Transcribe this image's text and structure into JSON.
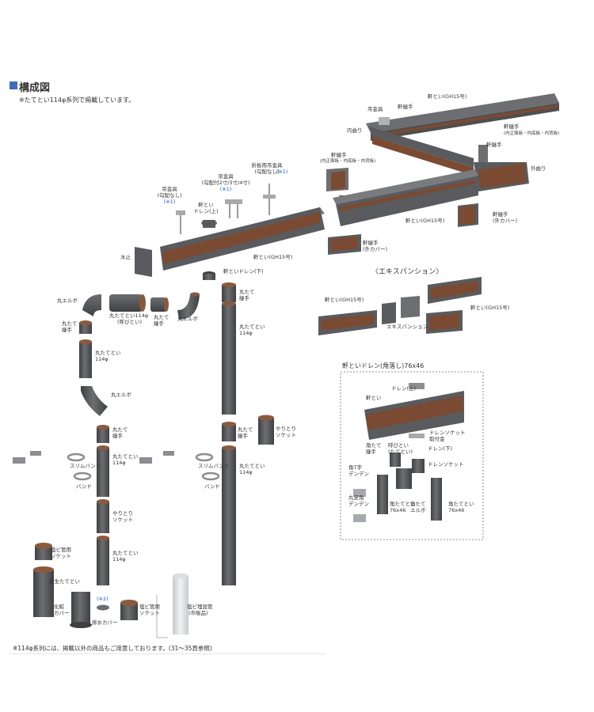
{
  "header": {
    "title": "構成図",
    "note": "※たてとい114φ系列で掲載しています。"
  },
  "footer": {
    "note": "※114φ系列には、掲載以外の商品もご用意しております。(31～35頁参照)"
  },
  "labels": {
    "nokitoi_gh15_top": "軒とい(GH15号)",
    "tsurikanagu_top": "吊金具",
    "nokitsugite_top": "軒継手",
    "uchimagari": "内曲り",
    "nokitsugite_right": "軒継手",
    "nokitsugite_right_sub": "(内正面板・内底板・内背板)",
    "nokitsugite_mid": "軒継手",
    "nokitsugite_mid_sub": "(内正面板・内底板・内背板)",
    "sotomagari": "外曲り",
    "orita_tsurikanagu": "折板用吊金具",
    "orita_tsurikanagu_sub": "(勾配なし)",
    "star1_a": "(※1)",
    "tsurikanagu_mid": "吊金具",
    "tsurikanagu_mid_sub": "(勾配付2寸/3寸/4寸)",
    "star1_b": "(※1)",
    "tsurikanagu_left": "吊金具",
    "tsurikanagu_left_sub": "(勾配なし)",
    "star1_c": "(※1)",
    "nokitoi_drain_top_1": "軒とい",
    "nokitoi_drain_top_2": "ドレン(上)",
    "nokitsugite_cover_1": "軒継手",
    "nokitsugite_cover_1_sub": "(外カバー)",
    "nokitoi_gh15_mid": "軒とい(GH15号)",
    "nokitsugite_cover_2": "軒継手",
    "nokitsugite_cover_2_sub": "(外カバー)",
    "mizudome": "水止",
    "nokitoi_gh15_main": "軒とい(GH15号)",
    "nokitoi_drain_bottom": "軒といドレン(下)",
    "maru_elbow_1": "丸エルボ",
    "marutate_114_yobitoi": "丸たてとい114φ",
    "yobitoi_sub": "(呼びとい)",
    "marutate_tsugite_1": "丸たて",
    "marutate_tsugite_1b": "継手",
    "maru_elbow_2": "丸エルボ",
    "marutate_tsugite_2": "丸たて",
    "marutate_tsugite_2b": "継手",
    "marutate_tsugite_3": "丸たて",
    "marutate_tsugite_3b": "継手",
    "marutatetoi_114_a": "丸たてとい",
    "marutatetoi_114_a2": "114φ",
    "marutatetoi_114_b": "丸たてとい",
    "marutatetoi_114_b2": "114φ",
    "maru_elbow_3": "丸エルボ",
    "marutate_tsugite_4": "丸たて",
    "marutate_tsugite_4b": "継手",
    "marutatetoi_114_c": "丸たてとい",
    "marutatetoi_114_c2": "114φ",
    "yaritori_socket_1": "やりとり",
    "yaritori_socket_1b": "ソケット",
    "marutate_tsugite_5": "丸たて",
    "marutate_tsugite_5b": "継手",
    "marutatetoi_114_d": "丸たてとい",
    "marutatetoi_114_d2": "114φ",
    "slim_band_1": "スリムバンド",
    "band_1": "バンド",
    "slim_band_2": "スリムバンド",
    "band_2": "バンド",
    "yaritori_socket_2": "やりとり",
    "yaritori_socket_2b": "ソケット",
    "marutatetoi_114_e": "丸たてとい",
    "marutatetoi_114_e2": "114φ",
    "enbi_socket_1": "塩ビ管用",
    "enbi_socket_1b": "ソケット",
    "yosei_tatetoi": "養生たてとい",
    "star2": "(※2)",
    "kesho_cover": "化粧",
    "kesho_cover_b": "カバー",
    "haisui_cover": "排水カバー",
    "enbi_socket_2": "塩ビ管用",
    "enbi_socket_2b": "ソケット",
    "enbi_maisetsukan": "塩ビ埋設管",
    "enbi_maisetsukan_b": "(市販品)",
    "expansion_title": "〈エキスパンション〉",
    "exp_nokitoi_left": "軒とい(GH15号)",
    "exp_nokitoi_right": "軒とい(GH15号)",
    "expansion": "エキスパンション",
    "drain_box_title": "軒といドレン(角落し)76x46",
    "box_drain_top": "ドレン(上)",
    "box_nokitoi": "軒とい",
    "box_drain_socket_hw": "ドレンソケット",
    "box_drain_socket_hw_b": "取付金",
    "box_drain_bottom": "ドレン(下)",
    "box_kakutate_tsugite": "角たて",
    "box_kakutate_tsugite_b": "継手",
    "box_yobitoi": "呼びとい",
    "box_yobitoi_b": "(たてとい)",
    "box_drain_socket": "ドレンソケット",
    "box_kaku_t_dendenn": "角T字",
    "box_kaku_t_dendenn_b": "デンデン",
    "box_kakutatetoi_a": "角たてとい",
    "box_kakutatetoi_a2": "76x46",
    "box_kaku_elbow": "角たて",
    "box_kaku_elbow_b": "エルボ",
    "box_kakutatetoi_b": "角たてとい",
    "box_kakutatetoi_b2": "76x46",
    "box_marutate_dendenn": "丸足角",
    "box_marutate_dendenn_b": "デンデン"
  },
  "colors": {
    "pipe": "#58595b",
    "pipe_light": "#7a7b7e",
    "gutter_inner": "#7a4a33",
    "gutter_inner_dark": "#5a3422",
    "accent_title": "#3b6fb6",
    "star_blue": "#1f5fbf",
    "white_pipe": "#e6e7e8"
  }
}
